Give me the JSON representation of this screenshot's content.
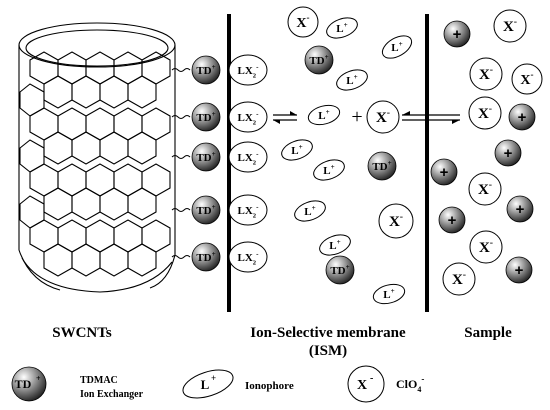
{
  "labels": {
    "swcnt": "SWCNTs",
    "ism_line1": "Ion-Selective membrane",
    "ism_line2": "(ISM)",
    "sample": "Sample",
    "plus": "+"
  },
  "species": {
    "td": {
      "base": "TD",
      "sup": "+"
    },
    "lx2": {
      "base": "LX",
      "sub": "2",
      "sup": "-"
    },
    "ligand": {
      "base": "L",
      "sup": "+"
    },
    "anion": {
      "base": "X",
      "sup": "-"
    },
    "cation": "+"
  },
  "legend": {
    "td_line1": "TDMAC",
    "td_line2": "Ion Exchanger",
    "ionophore": "Ionophore",
    "anion_base": "ClO",
    "anion_sub": "4",
    "anion_sup": "-"
  },
  "colors": {
    "line": "#000000",
    "sphere_light": "#ffffff",
    "sphere_dark": "#222222"
  }
}
